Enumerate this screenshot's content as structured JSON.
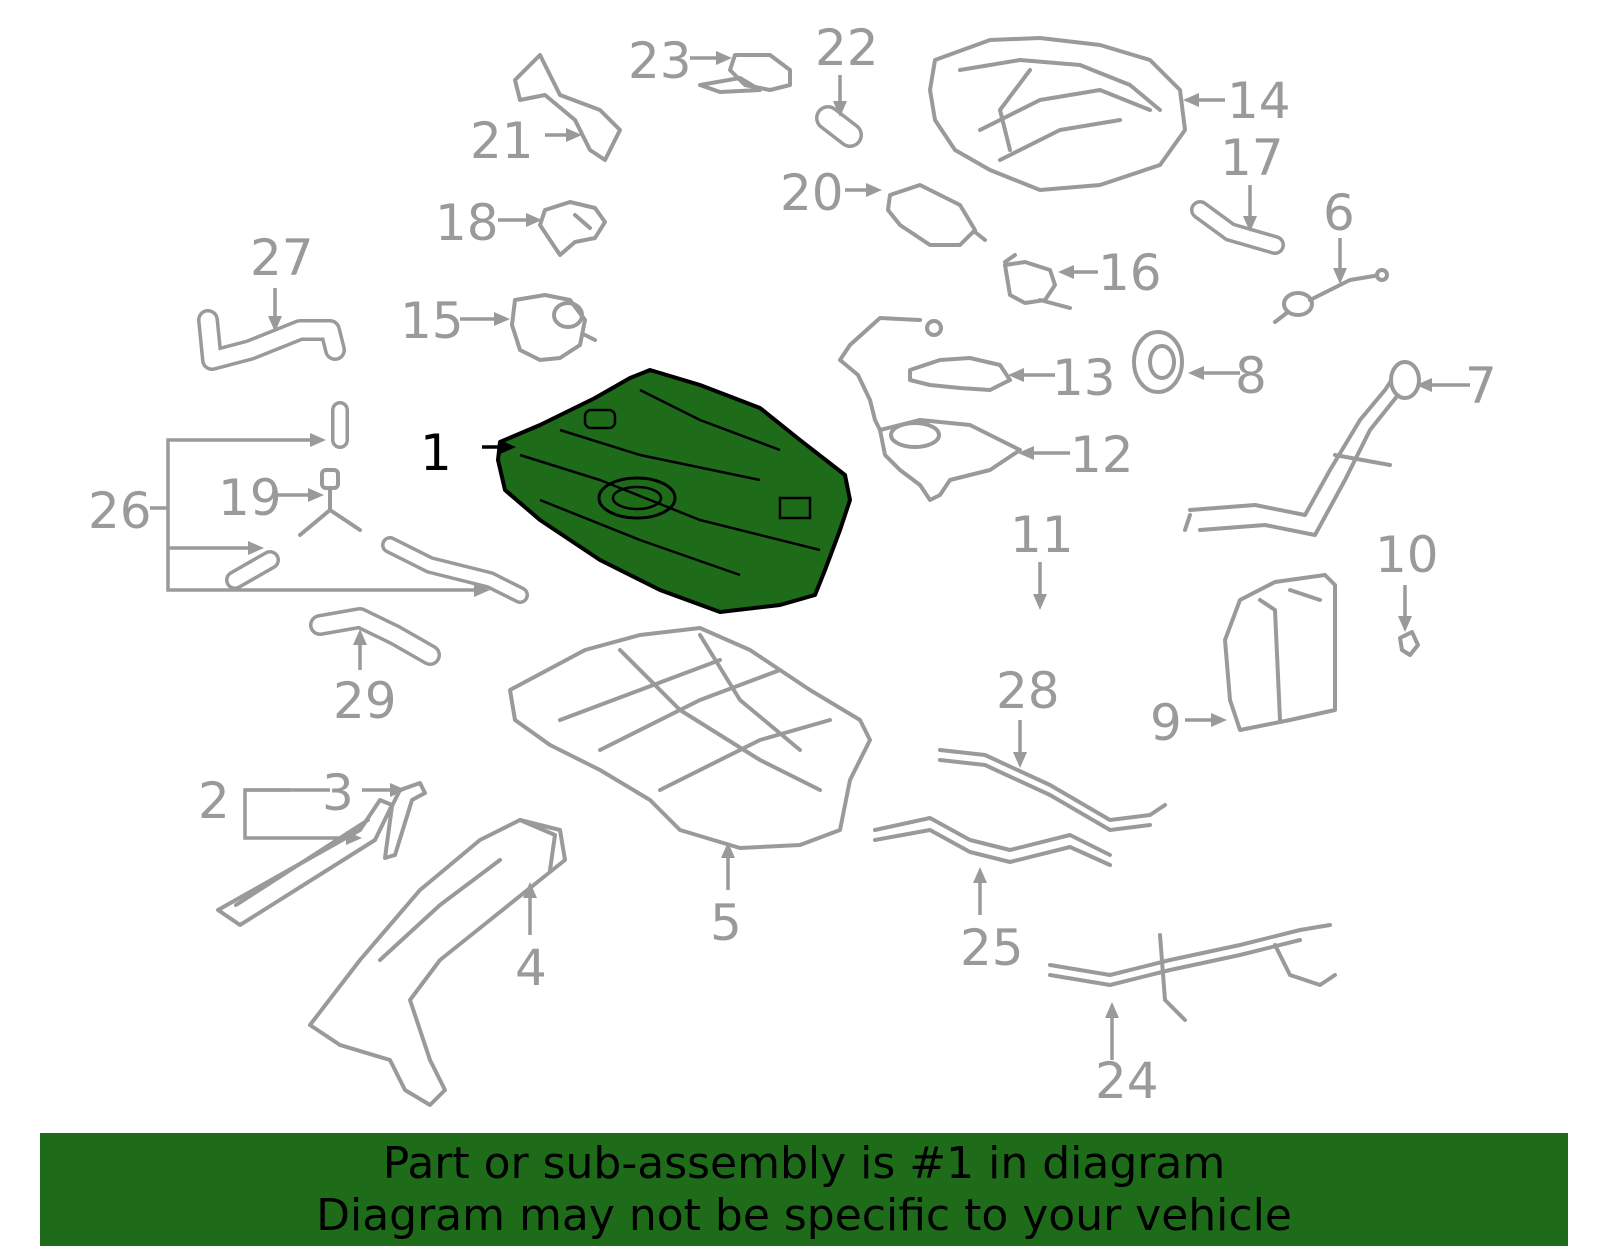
{
  "colors": {
    "part_stroke": "#9a9a9a",
    "highlight_fill": "#1e6b1a",
    "highlight_stroke": "#000000",
    "banner_bg": "#1e6b1a",
    "banner_text": "#000000"
  },
  "highlighted_part": "1",
  "callouts": {
    "c1": "1",
    "c2": "2",
    "c3": "3",
    "c4": "4",
    "c5": "5",
    "c6": "6",
    "c7": "7",
    "c8": "8",
    "c9": "9",
    "c10": "10",
    "c11": "11",
    "c12": "12",
    "c13": "13",
    "c14": "14",
    "c15": "15",
    "c16": "16",
    "c17": "17",
    "c18": "18",
    "c19": "19",
    "c20": "20",
    "c21": "21",
    "c22": "22",
    "c23": "23",
    "c24": "24",
    "c25": "25",
    "c26": "26",
    "c27": "27",
    "c28": "28",
    "c29": "29"
  },
  "banner": {
    "line1": "Part or sub-assembly is #1 in diagram",
    "line2": "Diagram may not be specific to your vehicle"
  }
}
